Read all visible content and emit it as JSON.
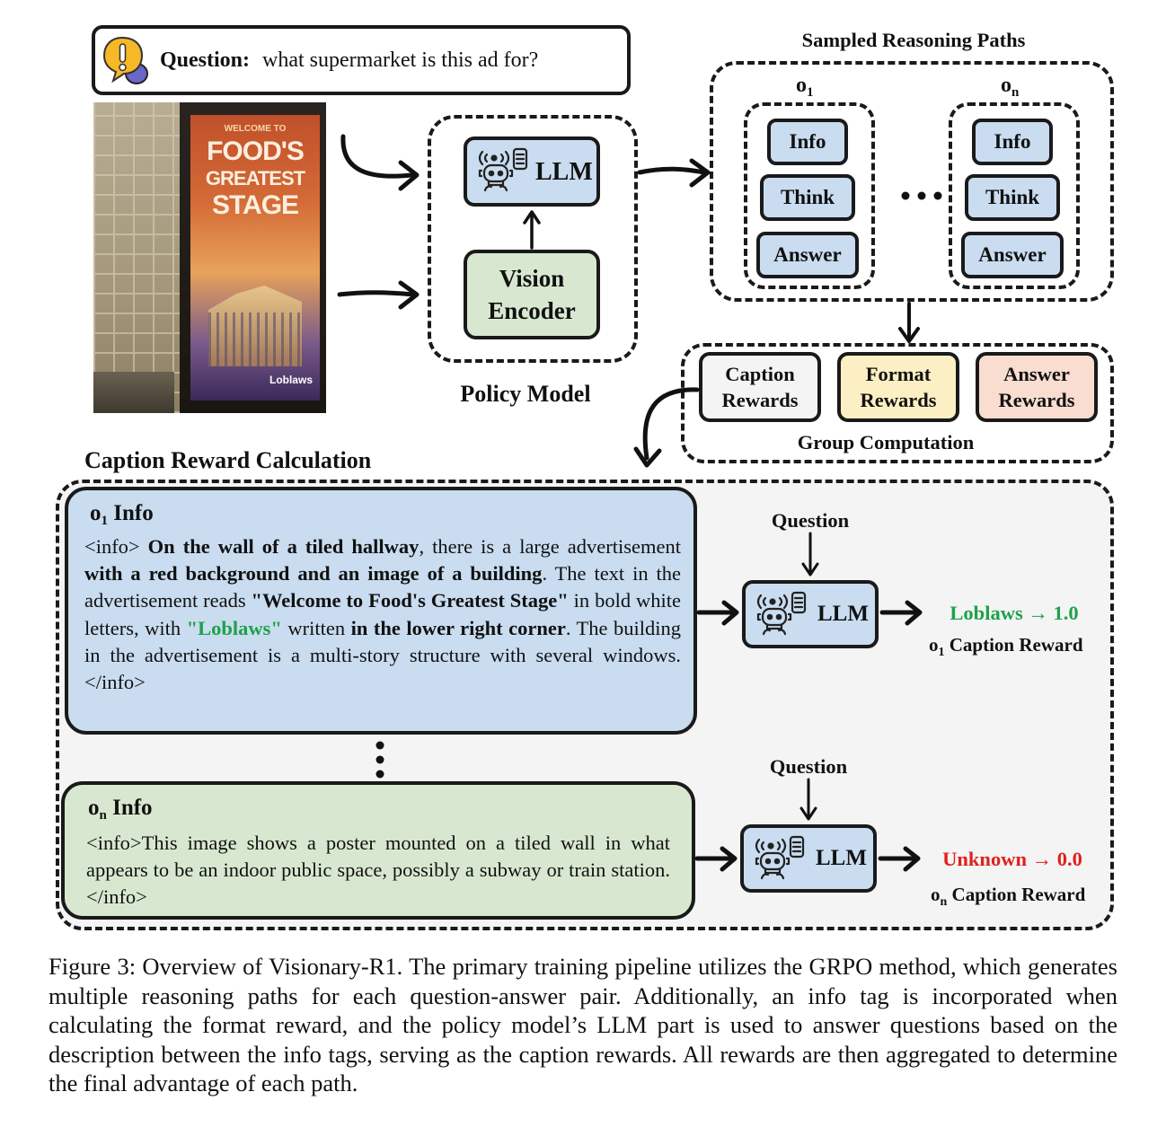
{
  "question": {
    "label": "Question:",
    "text": "what supermarket is this ad for?"
  },
  "poster": {
    "welcome": "WELCOME TO",
    "line1": "FOOD'S",
    "line2": "GREATEST",
    "line3": "STAGE",
    "brand": "Loblaws"
  },
  "policy": {
    "llm": "LLM",
    "vision_line1": "Vision",
    "vision_line2": "Encoder",
    "title": "Policy Model"
  },
  "sampled": {
    "title": "Sampled Reasoning Paths",
    "path_first": "o",
    "path_first_sub": "1",
    "path_last": "o",
    "path_last_sub": "n",
    "items": [
      "Info",
      "Think",
      "Answer"
    ]
  },
  "group": {
    "caption_line1": "Caption",
    "caption_line2": "Rewards",
    "format_line1": "Format",
    "format_line2": "Rewards",
    "answer_line1": "Answer",
    "answer_line2": "Rewards",
    "title": "Group Computation"
  },
  "calc": {
    "title": "Caption Reward Calculation",
    "o1_title": "o",
    "o1_sub": "1",
    "o1_title_rest": " Info",
    "on_title": "o",
    "on_sub": "n",
    "on_title_rest": " Info",
    "on_text": "<info>This image shows a poster mounted on a tiled wall in what appears to be an indoor public space, possibly a subway or train station. </info>",
    "question_label": "Question",
    "llm": "LLM",
    "o1_result": "Loblaws → 1.0",
    "o1_reward_o": "o",
    "o1_reward_sub": "1",
    "o1_reward_label": " Caption Reward",
    "on_result": "Unknown → 0.0",
    "on_reward_o": "o",
    "on_reward_sub": "n",
    "on_reward_label": " Caption Reward"
  },
  "o1_text": {
    "t1": "<info> ",
    "t2": "On the wall of a tiled hallway",
    "t3": ", there is a large advertisement ",
    "t4": "with a red background and an image of a building",
    "t5": ". The text in the advertisement reads ",
    "t6": "\"Welcome to Food's Greatest Stage\"",
    "t7": " in bold white letters, with ",
    "t8": "\"Loblaws\"",
    "t9": " written ",
    "t10": "in the lower right corner",
    "t11": ". The building in the advertisement is a multi-story structure with several windows. </info>"
  },
  "figure_caption": "Figure 3: Overview of Visionary-R1. The primary training pipeline utilizes the GRPO method, which generates multiple reasoning paths for each question-answer pair. Additionally, an info tag is incorporated when calculating the format reward, and the policy model’s LLM part is used to answer questions based on the description between the info tags, serving as the caption rewards. All rewards are then aggregated to determine the final advantage of each path.",
  "colors": {
    "blue_fill": "#c9dcf0",
    "green_fill": "#d8e8d0",
    "yellow_fill": "#fcefc4",
    "peach_fill": "#f8ddd0",
    "grey_fill": "#f4f4f4",
    "green_text": "#1fa14a",
    "red_text": "#e0201c"
  },
  "icons": [
    "exclamation-chat-icon",
    "robot-icon"
  ]
}
